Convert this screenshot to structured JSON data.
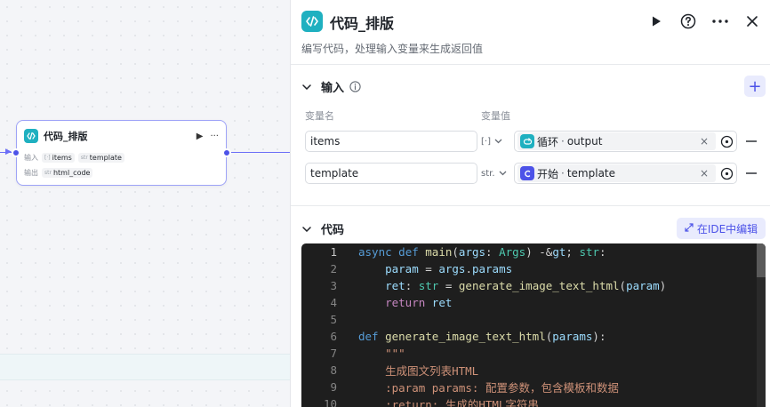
{
  "canvas": {
    "node": {
      "title": "代码_排版",
      "input_label": "输入",
      "output_label": "输出",
      "inputs": [
        {
          "tag": "[·]",
          "name": "items"
        },
        {
          "tag": "str",
          "name": "template"
        }
      ],
      "outputs": [
        {
          "tag": "str",
          "name": "html_code"
        }
      ]
    }
  },
  "panel": {
    "title": "代码_排版",
    "description": "编写代码，处理输入变量来生成返回值",
    "input_section": {
      "title": "输入",
      "col_name": "变量名",
      "col_value": "变量值",
      "rows": [
        {
          "name": "items",
          "type": "[·]",
          "source": "循环",
          "field": "output",
          "source_color": "#1fb0c0"
        },
        {
          "name": "template",
          "type": "str.",
          "source": "开始",
          "field": "template",
          "source_color": "#4d53e8"
        }
      ]
    },
    "code_section": {
      "title": "代码",
      "ide_button": "在IDE中编辑",
      "lines": [
        {
          "num": "1",
          "text": "async def main(args: Args) -> str:"
        },
        {
          "num": "2",
          "text": "    param = args.params"
        },
        {
          "num": "3",
          "text": "    ret: str = generate_image_text_html(param)"
        },
        {
          "num": "4",
          "text": "    return ret"
        },
        {
          "num": "5",
          "text": ""
        },
        {
          "num": "6",
          "text": "def generate_image_text_html(params):"
        },
        {
          "num": "7",
          "text": "    \"\"\""
        },
        {
          "num": "8",
          "text": "    生成图文列表HTML"
        },
        {
          "num": "9",
          "text": "    :param params: 配置参数，包含模板和数据"
        },
        {
          "num": "10",
          "text": "    :return: 生成的HTML字符串"
        }
      ]
    }
  },
  "colors": {
    "accent": "#4d53e8",
    "code_node": "#1fb0c0"
  }
}
